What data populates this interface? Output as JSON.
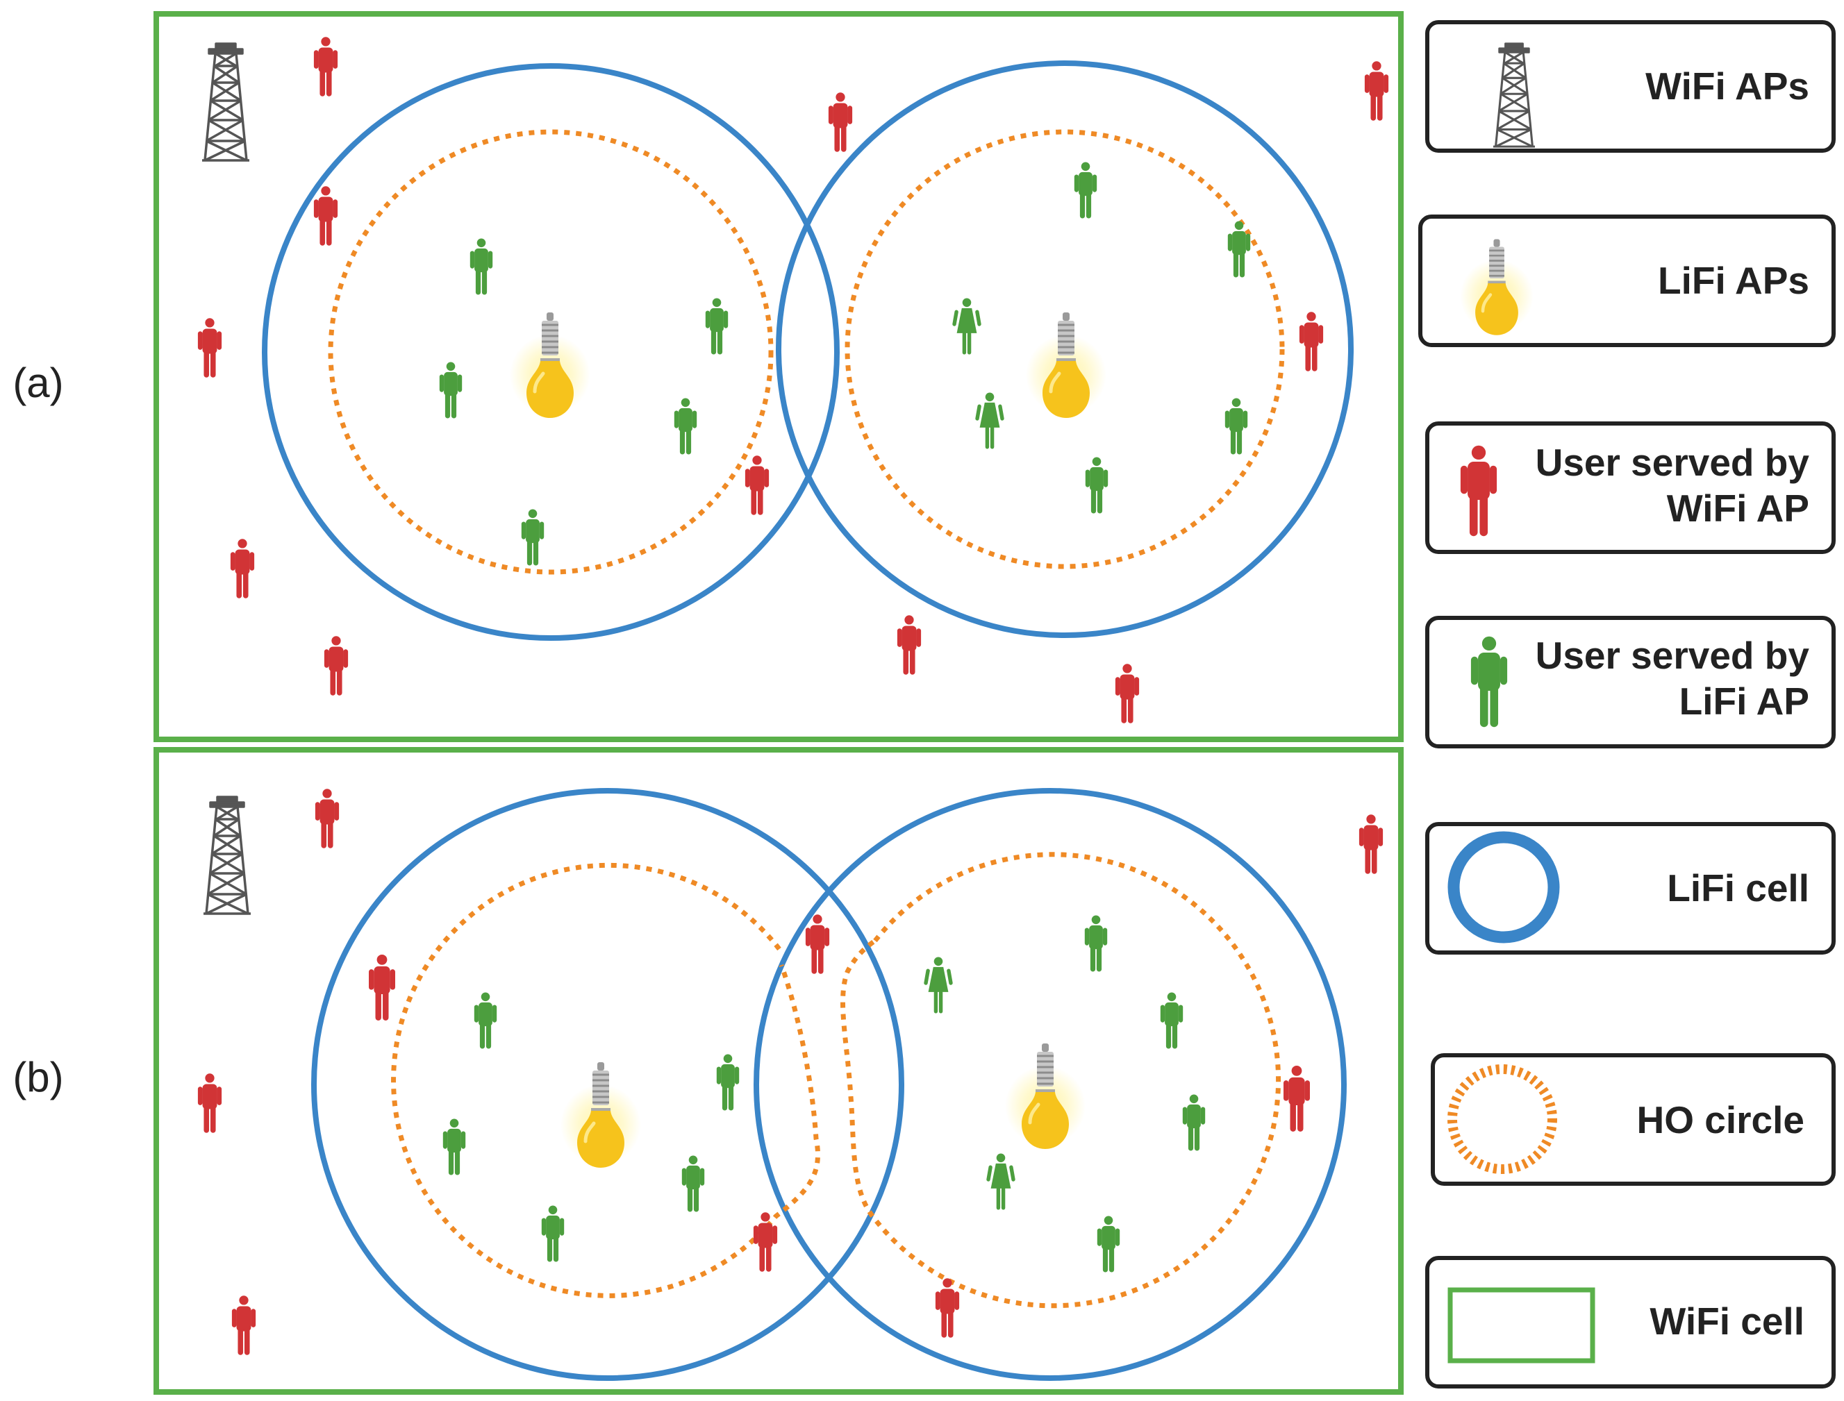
{
  "panels": [
    {
      "label": "(a)"
    },
    {
      "label": "(b)"
    }
  ],
  "legend": [
    {
      "text": "WiFi APs",
      "icon": "wifi-tower-icon"
    },
    {
      "text": "LiFi APs",
      "icon": "light-bulb-icon"
    },
    {
      "text": "User served by\nWiFi AP",
      "icon": "person-icon"
    },
    {
      "text": "User served by\nLiFi AP",
      "icon": "person-icon"
    },
    {
      "text": "LiFi cell",
      "icon": "blue-ring-icon"
    },
    {
      "text": "HO circle",
      "icon": "dotted-ring-icon"
    },
    {
      "text": "WiFi cell",
      "icon": "green-rectangle-icon"
    }
  ],
  "colors": {
    "wifi_cell": "#5ab04a",
    "lifi_cell": "#3a85c8",
    "ho_circle": "#ef8a25",
    "wifi_user": "#d13436",
    "lifi_user": "#4c9e3e",
    "bulb": "#f6c31c",
    "tower": "#555555"
  }
}
